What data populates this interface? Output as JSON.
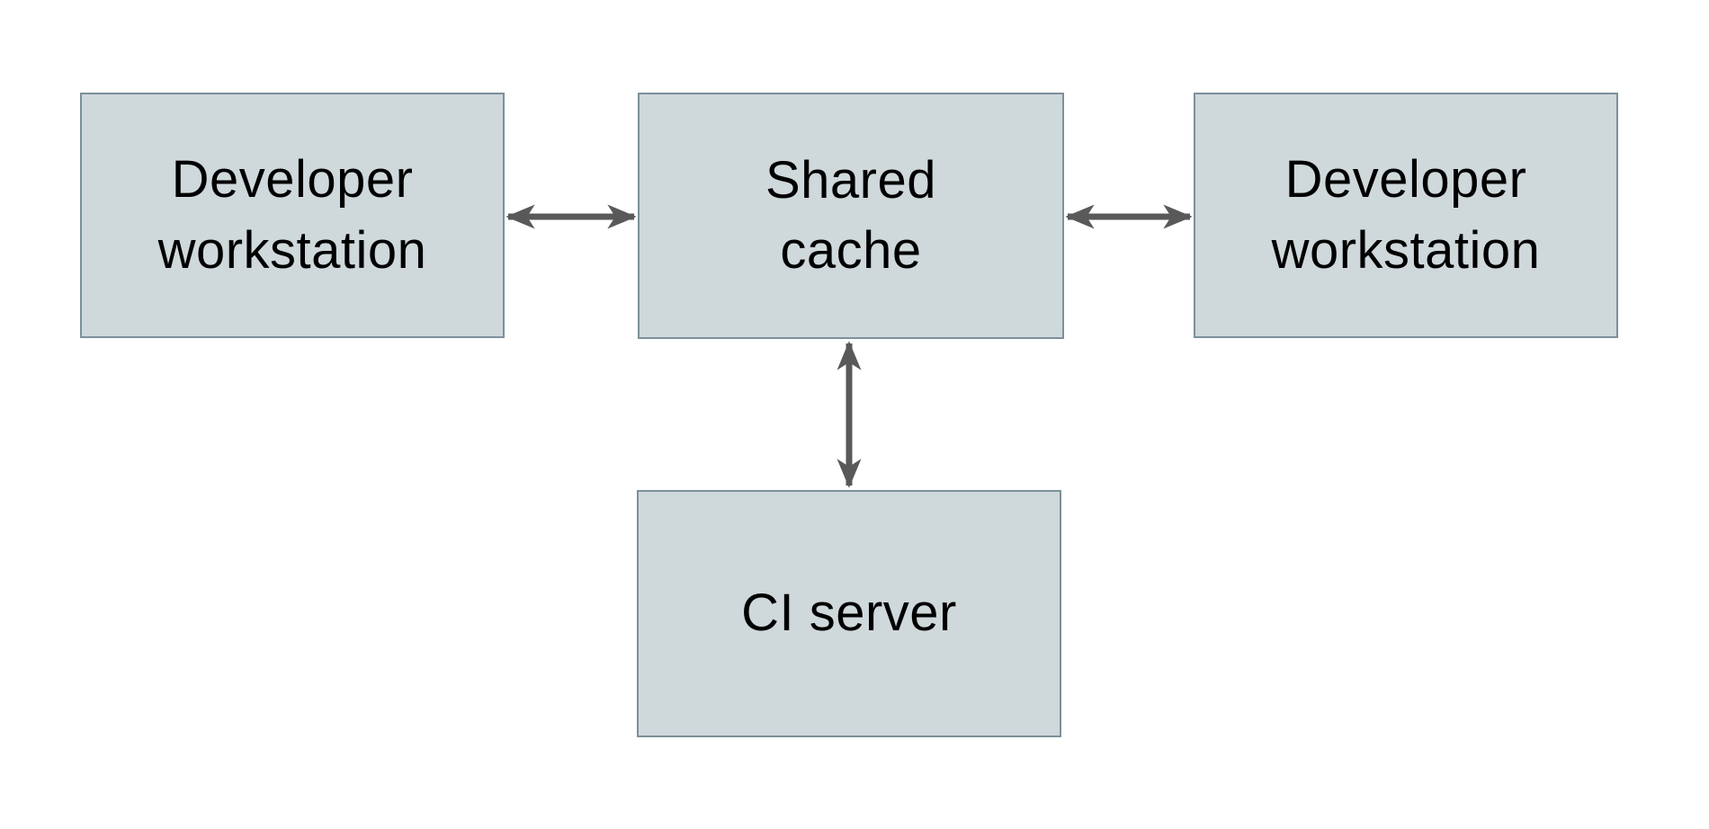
{
  "diagram": {
    "type": "architecture-diagram",
    "background": "#ffffff",
    "nodes": [
      {
        "id": "developer-workstation-left",
        "label": "Developer\nworkstation",
        "shape": "rectangle"
      },
      {
        "id": "shared-cache",
        "label": "Shared\ncache",
        "shape": "rectangle"
      },
      {
        "id": "developer-workstation-right",
        "label": "Developer\nworkstation",
        "shape": "rectangle"
      },
      {
        "id": "ci-server",
        "label": "CI server",
        "shape": "rectangle"
      }
    ],
    "edges": [
      {
        "from": "developer-workstation-left",
        "to": "shared-cache",
        "direction": "bidirectional",
        "style": "double-headed-arrow"
      },
      {
        "from": "shared-cache",
        "to": "developer-workstation-right",
        "direction": "bidirectional",
        "style": "double-headed-arrow"
      },
      {
        "from": "shared-cache",
        "to": "ci-server",
        "direction": "bidirectional",
        "style": "double-headed-arrow"
      }
    ],
    "colors": {
      "node_fill": "#cfd8db",
      "node_border": "#7c909a",
      "arrow": "#595959",
      "text": "#000000",
      "background": "#ffffff"
    }
  }
}
